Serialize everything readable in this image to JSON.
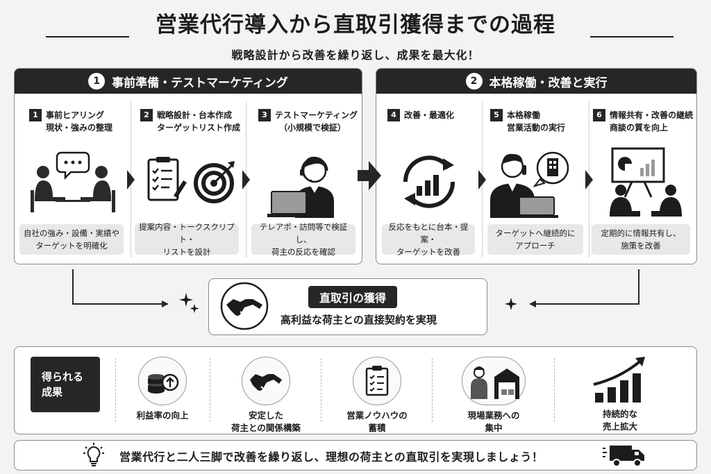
{
  "title": "営業代行導入から直取引獲得までの過程",
  "subtitle": "戦略設計から改善を繰り返し、成果を最大化！",
  "phases": [
    {
      "number": "1",
      "label": "事前準備・テストマーケティング"
    },
    {
      "number": "2",
      "label": "本格稼働・改善と実行"
    }
  ],
  "steps": [
    {
      "number": "1",
      "line1": "事前ヒアリング",
      "line2": "現状・強みの整理",
      "desc1": "自社の強み・設備・実績や",
      "desc2": "ターゲットを明確化"
    },
    {
      "number": "2",
      "line1": "戦略設計・台本作成",
      "line2": "ターゲットリスト作成",
      "desc1": "提案内容・トークスクリプト・",
      "desc2": "リストを設計"
    },
    {
      "number": "3",
      "line1": "テストマーケティング",
      "line2": "（小規模で検証）",
      "desc1": "テレアポ・訪問等で検証し、",
      "desc2": "荷主の反応を確認"
    },
    {
      "number": "4",
      "line1": "改善・最適化",
      "line2": "",
      "desc1": "反応をもとに台本・提案・",
      "desc2": "ターゲットを改善"
    },
    {
      "number": "5",
      "line1": "本格稼働",
      "line2": "営業活動の実行",
      "desc1": "ターゲットへ継続的に",
      "desc2": "アプローチ"
    },
    {
      "number": "6",
      "line1": "情報共有・改善の継続",
      "line2": "商談の質を向上",
      "desc1": "定期的に情報共有し、",
      "desc2": "施策を改善"
    }
  ],
  "acquisition": {
    "title": "直取引の獲得",
    "text": "高利益な荷主との直接契約を実現"
  },
  "results": {
    "label1": "得られる",
    "label2": "成果",
    "items": [
      {
        "line1": "利益率の向上",
        "line2": ""
      },
      {
        "line1": "安定した",
        "line2": "荷主との関係構築"
      },
      {
        "line1": "営業ノウハウの",
        "line2": "蓄積"
      },
      {
        "line1": "現場業務への",
        "line2": "集中"
      },
      {
        "line1": "持続的な",
        "line2": "売上拡大"
      }
    ]
  },
  "bottom": {
    "text": "営業代行と二人三脚で改善を繰り返し、理想の荷主との直取引を実現しましょう！"
  },
  "colors": {
    "dark": "#262626",
    "panel": "#ffffff",
    "background": "#f3f3f3",
    "desc_bg": "#e8e8e8"
  }
}
